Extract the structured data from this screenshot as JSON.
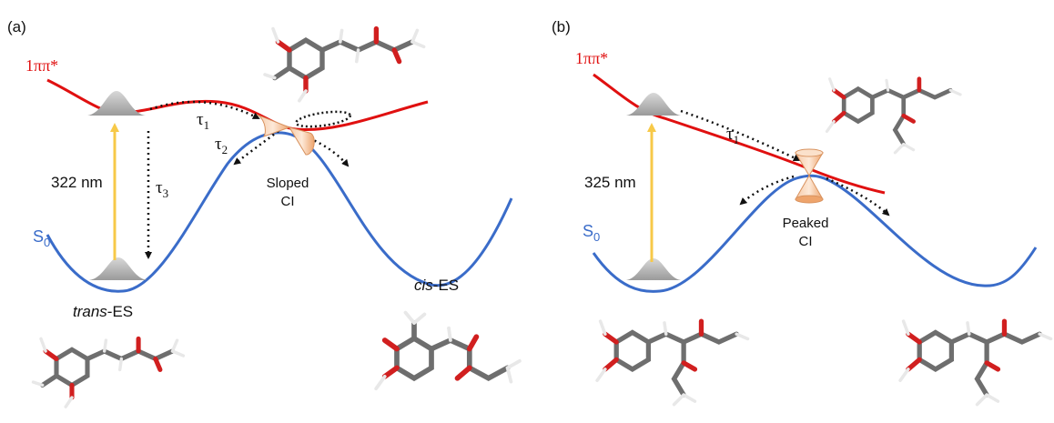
{
  "panel_a": {
    "label": "(a)",
    "excited_state": "1ππ*",
    "ground_state": "S",
    "ground_state_sub": "0",
    "wavelength": "322 nm",
    "tau1": "τ",
    "tau1_sub": "1",
    "tau2": "τ",
    "tau2_sub": "2",
    "tau3": "τ",
    "tau3_sub": "3",
    "ci_line1": "Sloped",
    "ci_line2": "CI",
    "trans_italic": "trans",
    "trans_suffix": "-ES",
    "cis_italic": "cis",
    "cis_suffix": "-ES"
  },
  "panel_b": {
    "label": "(b)",
    "excited_state": "1ππ*",
    "ground_state": "S",
    "ground_state_sub": "0",
    "wavelength": "325 nm",
    "tau1": "τ",
    "tau1_sub": "1",
    "ci_line1": "Peaked",
    "ci_line2": "CI"
  },
  "colors": {
    "excited": "#e01010",
    "ground": "#3a6cc9",
    "excitation_arrow": "#f7c948",
    "cone": "#f0b890",
    "atom_c": "#6e6e6e",
    "atom_o": "#d11f1f",
    "atom_h": "#e8e8e8"
  }
}
